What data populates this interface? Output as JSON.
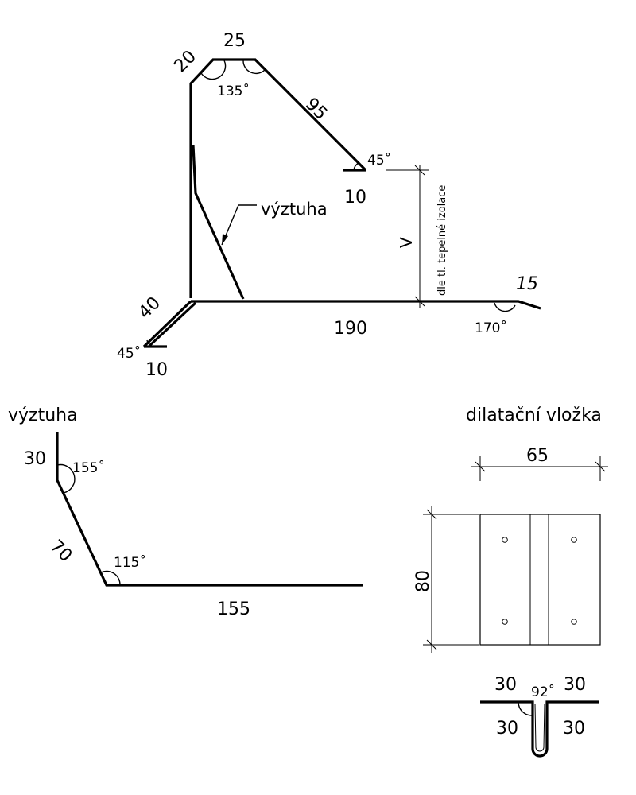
{
  "flashing": {
    "dim_top": "25",
    "dim_chamfer": "20",
    "dim_slope": "95",
    "angle_top": "135˚",
    "angle_drip_top": "45˚",
    "dim_drip_top": "10",
    "label_reinforcement": "výztuha",
    "dim_height": "V",
    "note_insulation": "dle tl. tepelné izolace",
    "dim_end": "15",
    "dim_base": "190",
    "angle_end": "170˚",
    "dim_foot": "40",
    "angle_foot": "45˚",
    "dim_foot_drip": "10"
  },
  "reinforcement": {
    "title": "výztuha",
    "dim_top": "30",
    "angle_upper": "155˚",
    "dim_diagonal": "70",
    "angle_lower": "115˚",
    "dim_base": "155"
  },
  "expansion_insert": {
    "title": "dilatační vložka",
    "dim_width": "65",
    "dim_height": "80",
    "dim_left_top": "30",
    "angle": "92˚",
    "dim_right_top": "30",
    "dim_left_bottom": "30",
    "dim_right_bottom": "30"
  }
}
